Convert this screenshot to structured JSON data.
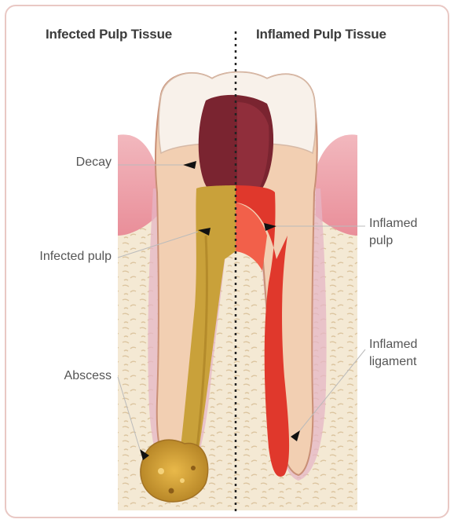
{
  "headers": {
    "left": "Infected Pulp Tissue",
    "right": "Inflamed Pulp Tissue"
  },
  "labels": {
    "decay": "Decay",
    "infected_pulp": "Infected pulp",
    "abscess": "Abscess",
    "inflamed_pulp": "Inflamed pulp",
    "inflamed_ligament": "Inflamed ligament"
  },
  "colors": {
    "frame": "#e9c8c4",
    "enamel": "#f6eee7",
    "dentin": "#f0c9a8",
    "decay": "#7a2430",
    "infected_pulp": "#c9a13a",
    "inflamed_pulp": "#e0382c",
    "gum": "#ee9fa8",
    "bone": "#efe0c8"
  }
}
